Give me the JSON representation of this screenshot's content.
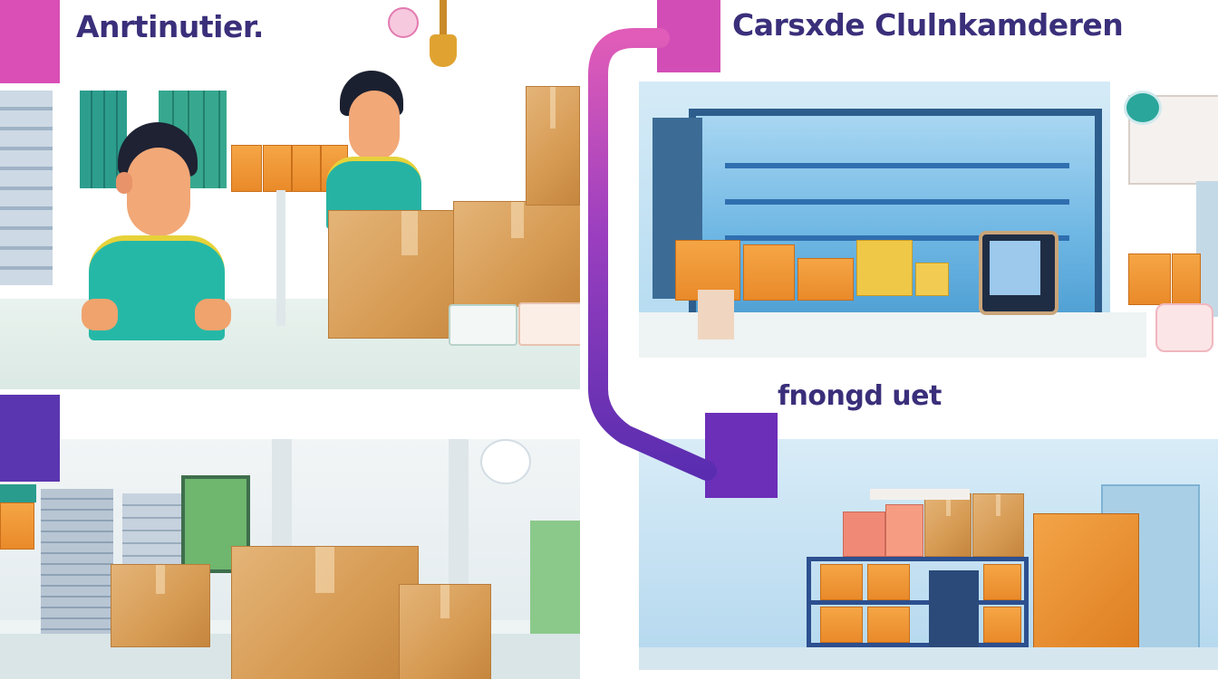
{
  "steps": [
    {
      "id": "top-left",
      "title": "Anrtinutier."
    },
    {
      "id": "top-right",
      "title": "Carsxde Clulnkamderen"
    },
    {
      "id": "bottom-right",
      "title": "fnongd uet"
    },
    {
      "id": "bottom-left",
      "title": ""
    }
  ],
  "colors": {
    "magenta": "#d94fb6",
    "purple": "#6b2fb8",
    "violet": "#5a36b0",
    "title": "#3a2f7a"
  }
}
